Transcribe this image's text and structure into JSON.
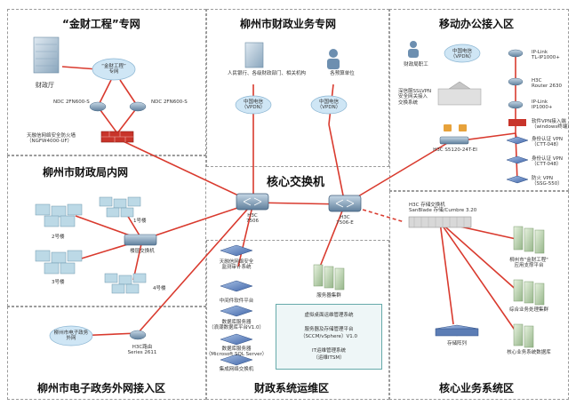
{
  "regions": {
    "jincai": {
      "title": "“金财工程”专网"
    },
    "fiscal_private": {
      "title_a": "柳州",
      "title_b": "市财政业务专网"
    },
    "mobile": {
      "title": "移动办公接入区"
    },
    "intranet": {
      "title_a": "柳州",
      "title_b": "市财政局内网"
    },
    "core": {
      "title": "核心交换机"
    },
    "egov": {
      "title_a": "柳州",
      "title_b": "市电子政务外网接入区"
    },
    "ops": {
      "title": "财政系统运维区"
    },
    "biz": {
      "title": "核心业务系统区"
    }
  },
  "labels": {
    "finance_dept": "财政厅",
    "jincai_cloud": "“金财工程”\n专网",
    "ndc_left": "NDC 2FN600-S",
    "ndc_right": "NDC 2FN600-S",
    "firewall_jincai": "天融信网络安全防火墙\n（NGFW4000-UF）",
    "server_top": "人民银行、各级财政部门、相关机构",
    "cloud_mid_left": "中国电信\n（VPDN）",
    "cloud_mid_right": "中国电信\n（VPDN）",
    "budget_unit": "各预算单位",
    "mobile_staff": "财政局职工",
    "mobile_cloud": "中国电信\n（VPDN）",
    "ip_link1": "IP-Link\nTL-IP1000+",
    "h3c_router": "H3C\nRouter 2630",
    "ip_link2": "IP-Link\nIP1000+",
    "vpn_gateway": "深信服SSLVPN\n安全网关接入\n交换系统",
    "h3c_switch_b": "H3C S5120-24T-EI",
    "vpn_list": "软件VPN接入端\n（windows终端）",
    "vpn1": "身份认证 VPN\n（CTT-048）",
    "vpn2": "身份认证 VPN\n（CTT-048）",
    "vpn3": "防火 VPN\n（SSG-550）",
    "floor2": "2号楼",
    "floor3": "3号楼",
    "floor1": "1号楼",
    "floor4": "4号楼",
    "access_switch": "楼层交换机",
    "core_left": "H3C\n7506",
    "core_right": "H3C\n7506-E",
    "egov_cloud": "柳州市电子政务\n外网",
    "egov_router": "H3C路由\nSeries 2611",
    "ops_items": [
      "天融信网络安全\n监测审计系统",
      "中间件软件平台",
      "数据库服务器\n（浪潮数据库平台V1.0）",
      "数据库服务器\n（Microsoft SQL Server）",
      "集成网络交换机"
    ],
    "ops_server_label": "服务器集群",
    "ops_box_rows": [
      "虚拟桌面运维管理系统",
      "服务器及存储管理平台\n（SCCM/vSphere）V1.0",
      "IT运维管理系统\n（运维ITSM）"
    ],
    "san_storage": "H3C 存储交换机\nSanBlade 存储/Cumbre 3.20",
    "biz_servers1": "柳州市\"金财工程\"\n应用支撑平台",
    "biz_servers2": "综合业务处理集群",
    "biz_servers3": "核心业务系统数据库",
    "storage_label": "存储阵列"
  },
  "colors": {
    "link": "#d93a2e",
    "link_dashed": "#d93a2e",
    "cloud": "#cfe6f5",
    "server": "#8ab0c8",
    "device": "#6d8fb0",
    "firewall": "#c8342a"
  }
}
